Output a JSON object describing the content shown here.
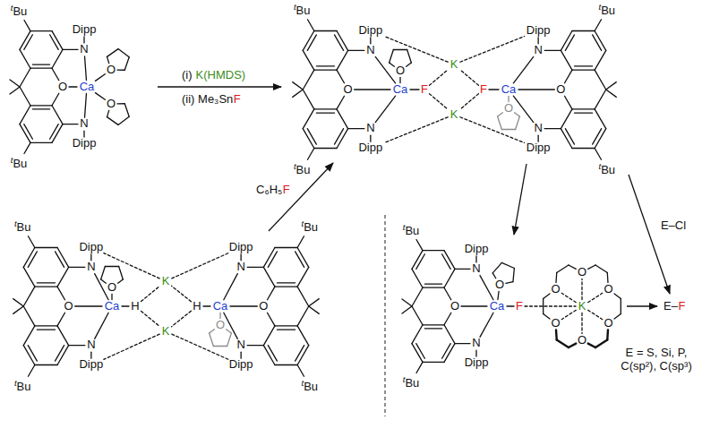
{
  "diagram": {
    "labels": [
      "tBu",
      "Dipp",
      "N",
      "O",
      "O",
      "Ca",
      "O",
      "N",
      "Dipp",
      "tBu",
      "(i)",
      "K(HMDS)",
      "(ii) Me₃Sn",
      "F",
      "tBu",
      "Dipp",
      "O",
      "N",
      "K",
      "Dipp",
      "N",
      "tBu",
      "O",
      "Ca",
      "F",
      "F",
      "Ca",
      "O",
      "K",
      "O",
      "N",
      "N",
      "Dipp",
      "Dipp",
      "tBu",
      "tBu",
      "C₆H₅",
      "F",
      "tBu",
      "tBu",
      "Dipp",
      "Dipp",
      "N",
      "O",
      "K",
      "N",
      "O",
      "Ca",
      "H",
      "H",
      "Ca",
      "O",
      "K",
      "O",
      "N",
      "N",
      "Dipp",
      "Dipp",
      "tBu",
      "tBu",
      "tBu",
      "Dipp",
      "N",
      "O",
      "O",
      "Ca",
      "F",
      "K",
      "O",
      "O",
      "O",
      "O",
      "O",
      "O",
      "N",
      "Dipp",
      "tBu",
      "E–Cl",
      "E–",
      "F",
      "E = S, Si, P, C(sp²), C(sp³)"
    ]
  }
}
